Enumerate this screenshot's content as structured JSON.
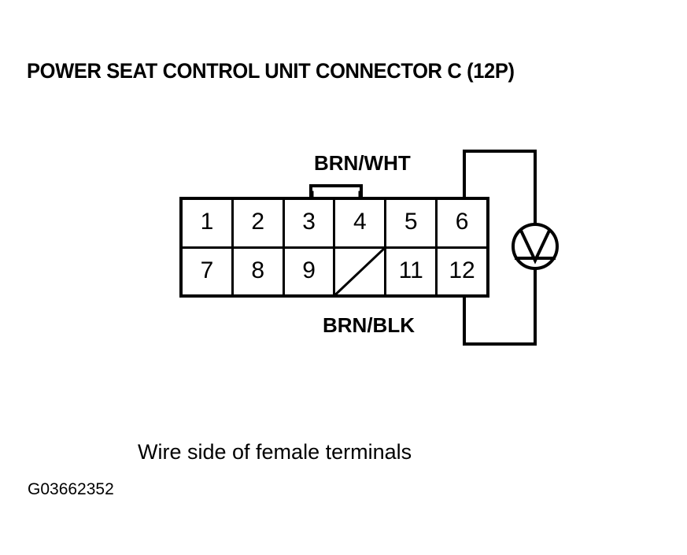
{
  "figure": {
    "title": "POWER SEAT CONTROL UNIT CONNECTOR C (12P)",
    "caption": "Wire side of female terminals",
    "figure_id": "G03662352",
    "line_color": "#000000",
    "background_color": "#ffffff"
  },
  "connector": {
    "name": "Power Seat Control Unit Connector C",
    "pin_count": "12P",
    "rows": [
      {
        "row_name": "top-row",
        "cells": [
          {
            "label": "1",
            "blank": false
          },
          {
            "label": "2",
            "blank": false
          },
          {
            "label": "3",
            "blank": false
          },
          {
            "label": "4",
            "blank": false
          },
          {
            "label": "5",
            "blank": false
          },
          {
            "label": "6",
            "blank": false
          }
        ]
      },
      {
        "row_name": "bottom-row",
        "cells": [
          {
            "label": "7",
            "blank": false
          },
          {
            "label": "8",
            "blank": false
          },
          {
            "label": "9",
            "blank": false
          },
          {
            "label": "",
            "blank": true
          },
          {
            "label": "11",
            "blank": false
          },
          {
            "label": "12",
            "blank": false
          }
        ]
      }
    ]
  },
  "wires": {
    "upper_label": "BRN/WHT",
    "lower_label": "BRN/BLK"
  },
  "meter": {
    "symbol": "V",
    "type": "voltmeter"
  }
}
